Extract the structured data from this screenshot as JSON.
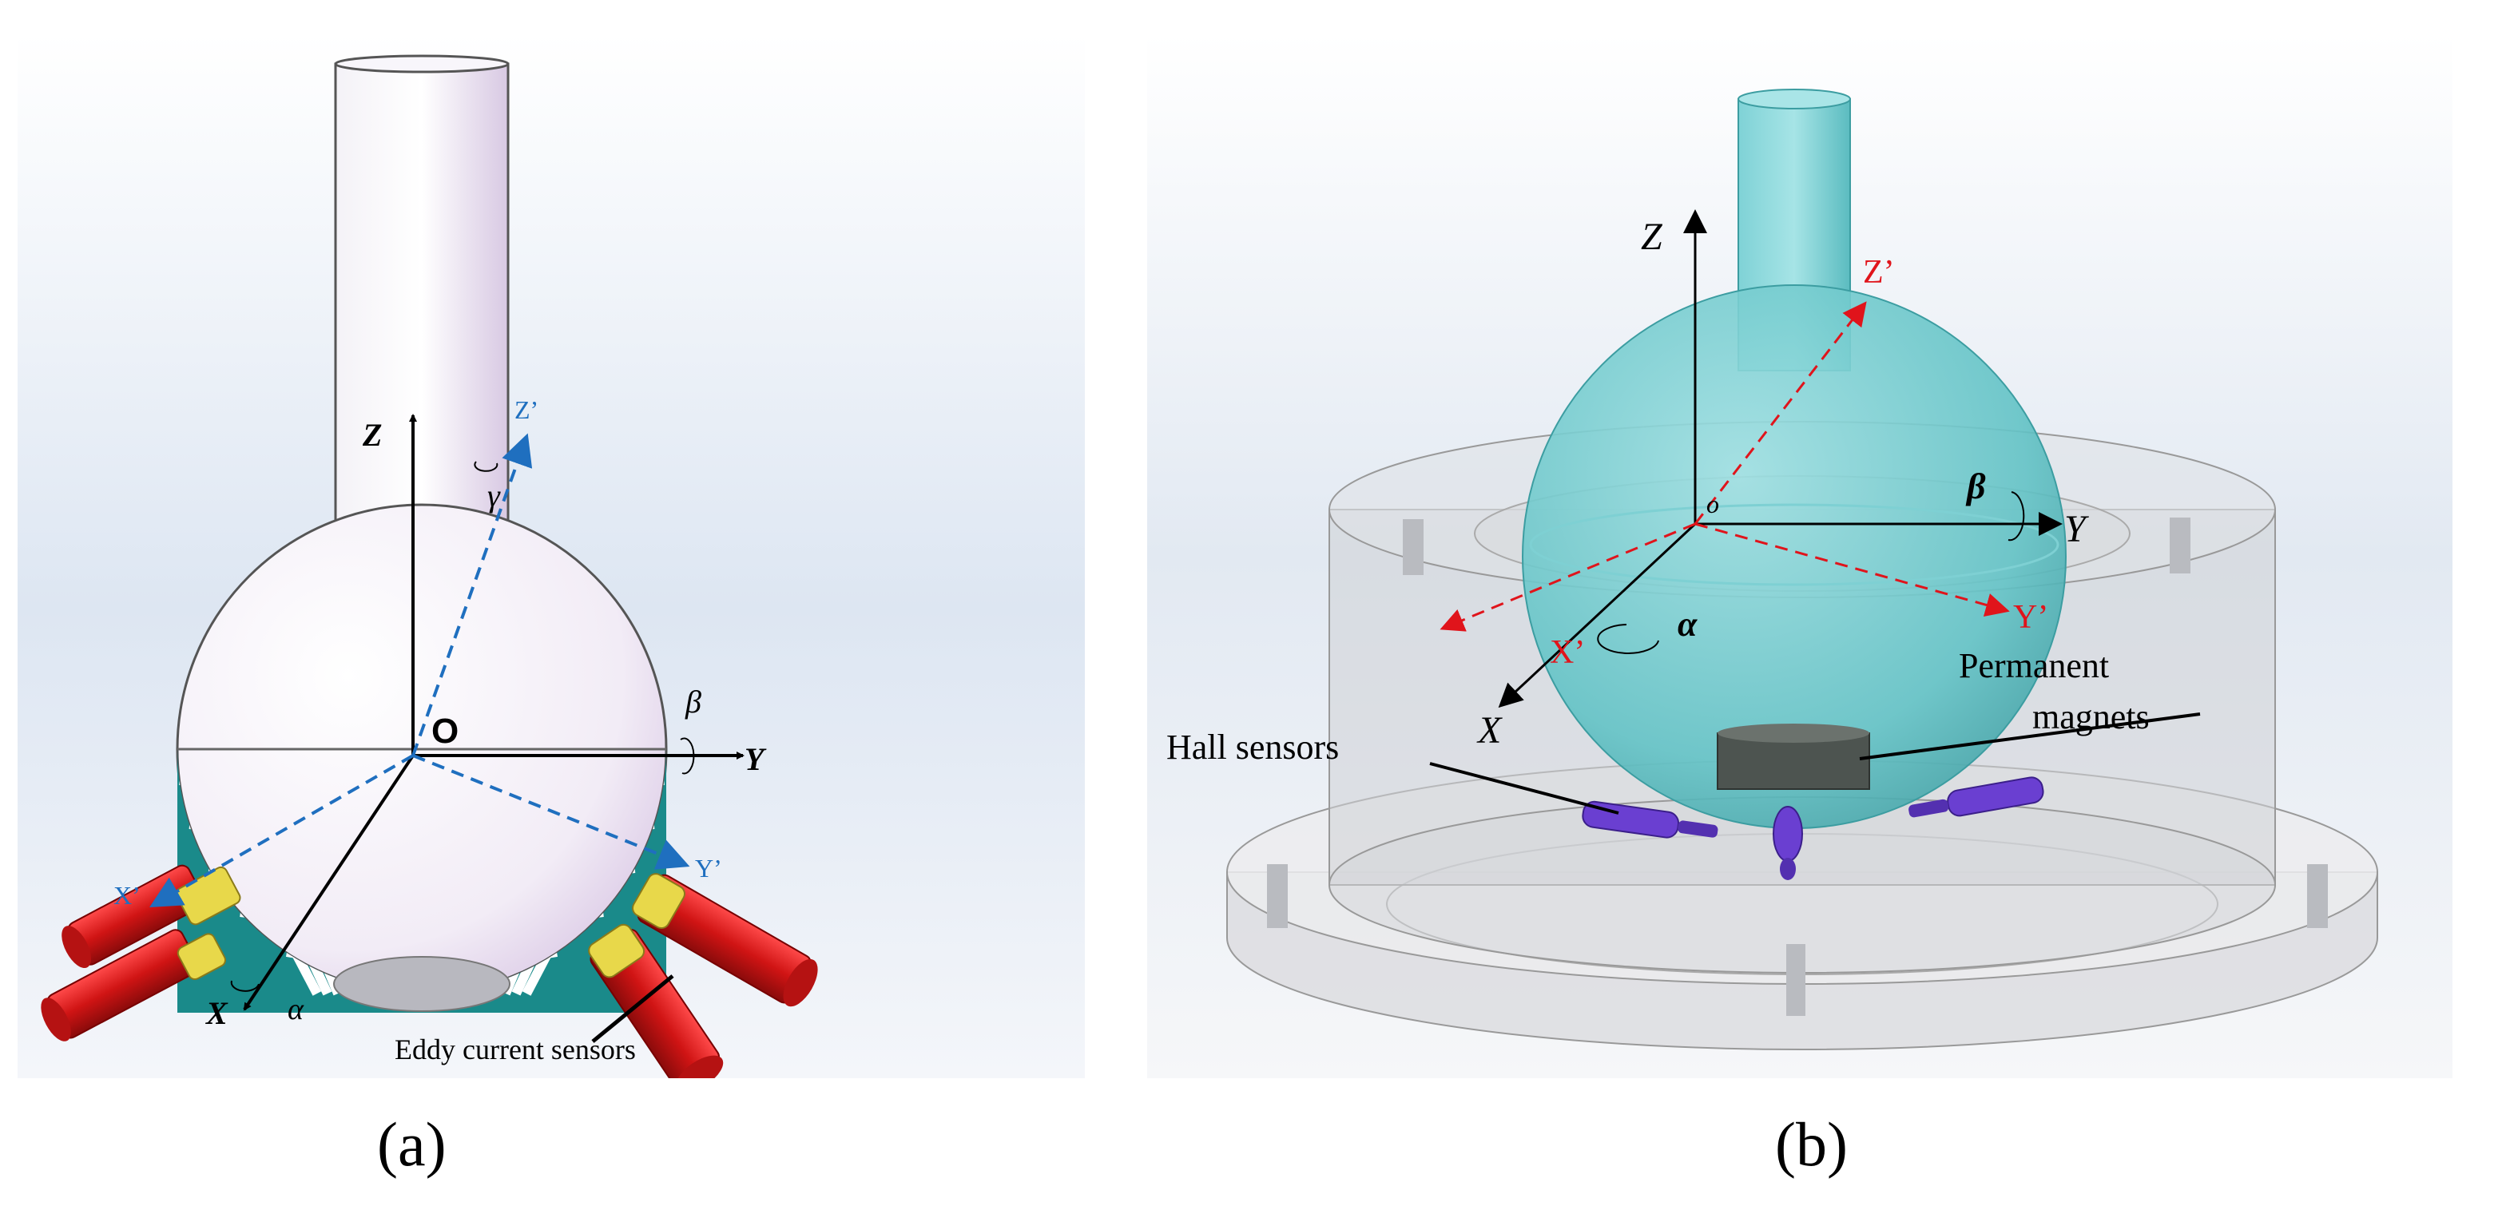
{
  "panel_a": {
    "caption": "(a)",
    "axes": {
      "z": "Z",
      "y": "Y",
      "x": "X",
      "origin": "O"
    },
    "rotated_axes": {
      "z": "Z’",
      "y": "Y’",
      "x": "X’"
    },
    "angles": {
      "alpha": "α",
      "beta": "β",
      "gamma": "γ"
    },
    "label_sensors": "Eddy current sensors",
    "colors": {
      "rotated_axis": "#1f6fbf",
      "sensor_body": "#d11a1a",
      "sensor_tip": "#e8d84a",
      "band": "#1a8a8a"
    }
  },
  "panel_b": {
    "caption": "(b)",
    "axes": {
      "z": "Z",
      "y": "Y",
      "x": "X",
      "origin": "o"
    },
    "rotated_axes": {
      "z": "Z’",
      "y": "Y’",
      "x": "X’"
    },
    "angles": {
      "alpha": "α",
      "beta": "β"
    },
    "label_magnets_line1": "Permanent",
    "label_magnets_line2": "magnets",
    "label_hall": "Hall sensors",
    "colors": {
      "rotated_axis": "#e0141b",
      "sphere": "#5fc6c9",
      "hall_sensor": "#6a3fd1"
    }
  }
}
